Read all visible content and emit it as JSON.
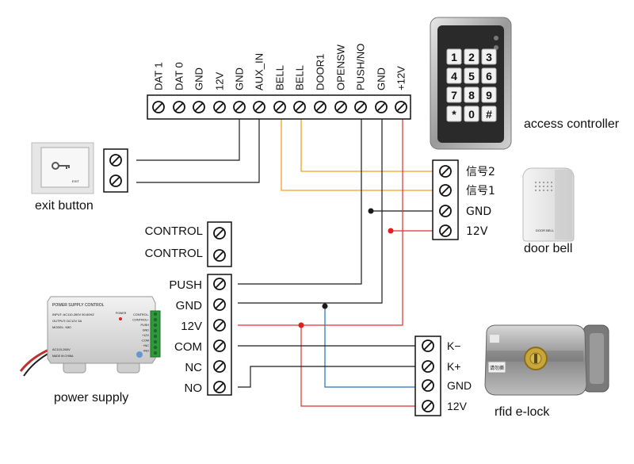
{
  "controller_terminals": [
    "DAT 1",
    "DAT 0",
    "GND",
    "12V",
    "GND",
    "AUX_IN",
    "BELL",
    "BELL",
    "DOOR1",
    "OPENSW",
    "PUSH/NO",
    "GND",
    "+12V"
  ],
  "keypad_keys": [
    "1",
    "2",
    "3",
    "4",
    "5",
    "6",
    "7",
    "8",
    "9",
    "*",
    "0",
    "#"
  ],
  "doorbell_terminals": [
    "信号2",
    "信号1",
    "GND",
    "12V"
  ],
  "control_terminals": [
    "CONTROL",
    "CONTROL"
  ],
  "power_terminals": [
    "PUSH",
    "GND",
    "12V",
    "COM",
    "NC",
    "NO"
  ],
  "lock_terminals": [
    "K−",
    "K+",
    "GND",
    "12V"
  ],
  "captions": {
    "access_controller": "access controller",
    "exit_button": "exit button",
    "door_bell": "door bell",
    "power_supply": "power supply",
    "rfid_lock": "rfid e-lock"
  },
  "device_labels": {
    "psu_title": "POWER SUPPLY CONTROL",
    "psu_input": "INPUT: AC110-260V 50-60HZ",
    "psu_output": "OUTPUT: DC12V 3A",
    "psu_model": "MODEL: K80",
    "psu_ac": "AC110-260V",
    "psu_made": "MADE IN CHINA",
    "psu_power": "POWER",
    "psu_side_labels": [
      "CONTROL-",
      "CONTROL+",
      "PUSH",
      "GND",
      "+12V",
      "-COM",
      "+NC",
      "+NO"
    ],
    "lock_sticker": "请勿撕",
    "exit_tag": "EXIT",
    "bell_brand": "DOOR BELL"
  },
  "colors": {
    "wire_black": "#1a1a1a",
    "wire_orange": "#f0a020",
    "wire_red": "#e23030",
    "wire_blue": "#2a6fc0",
    "junction_red": "#e02020"
  }
}
